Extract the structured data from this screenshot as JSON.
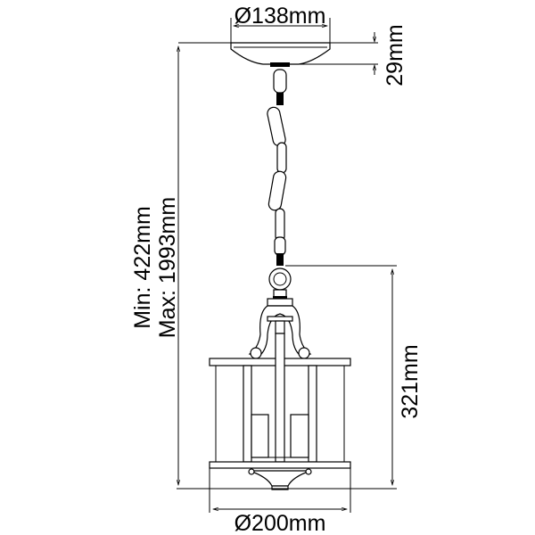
{
  "dimensions": {
    "canopy_diameter": "Ø138mm",
    "canopy_height": "29mm",
    "min_height": "Min: 422mm",
    "max_height": "Max: 1993mm",
    "lantern_height": "321mm",
    "lantern_diameter": "Ø200mm"
  },
  "colors": {
    "line": "#000000",
    "background": "#ffffff"
  }
}
